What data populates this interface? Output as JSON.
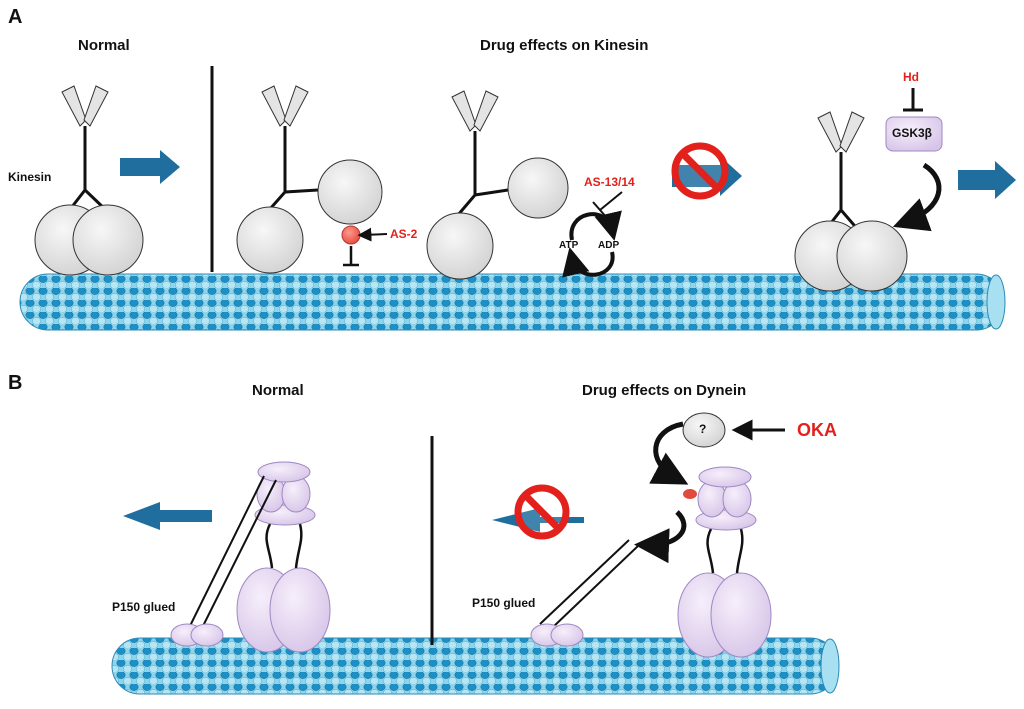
{
  "panel_a": {
    "letter": "A",
    "normal_title": "Normal",
    "drug_title": "Drug effects on Kinesin",
    "kinesin_label": "Kinesin",
    "as2_label": "AS-2",
    "as1314_label": "AS-13/14",
    "atp_label": "ATP",
    "adp_label": "ADP",
    "hd_label": "Hd",
    "gsk_label": "GSK3β"
  },
  "panel_b": {
    "letter": "B",
    "normal_title": "Normal",
    "drug_title": "Drug effects on Dynein",
    "question_label": "?",
    "oka_label": "OKA",
    "p150_label_left": "P150 glued",
    "p150_label_right": "P150 glued"
  },
  "colors": {
    "arrow_blue": "#1f6e9e",
    "microtubule_dark": "#1e8fc4",
    "microtubule_light": "#9fdcef",
    "inhibitor_red": "#e3211c",
    "dynein_purple": "#e6d9f2",
    "kinesin_gray": "#e8e8e8"
  }
}
